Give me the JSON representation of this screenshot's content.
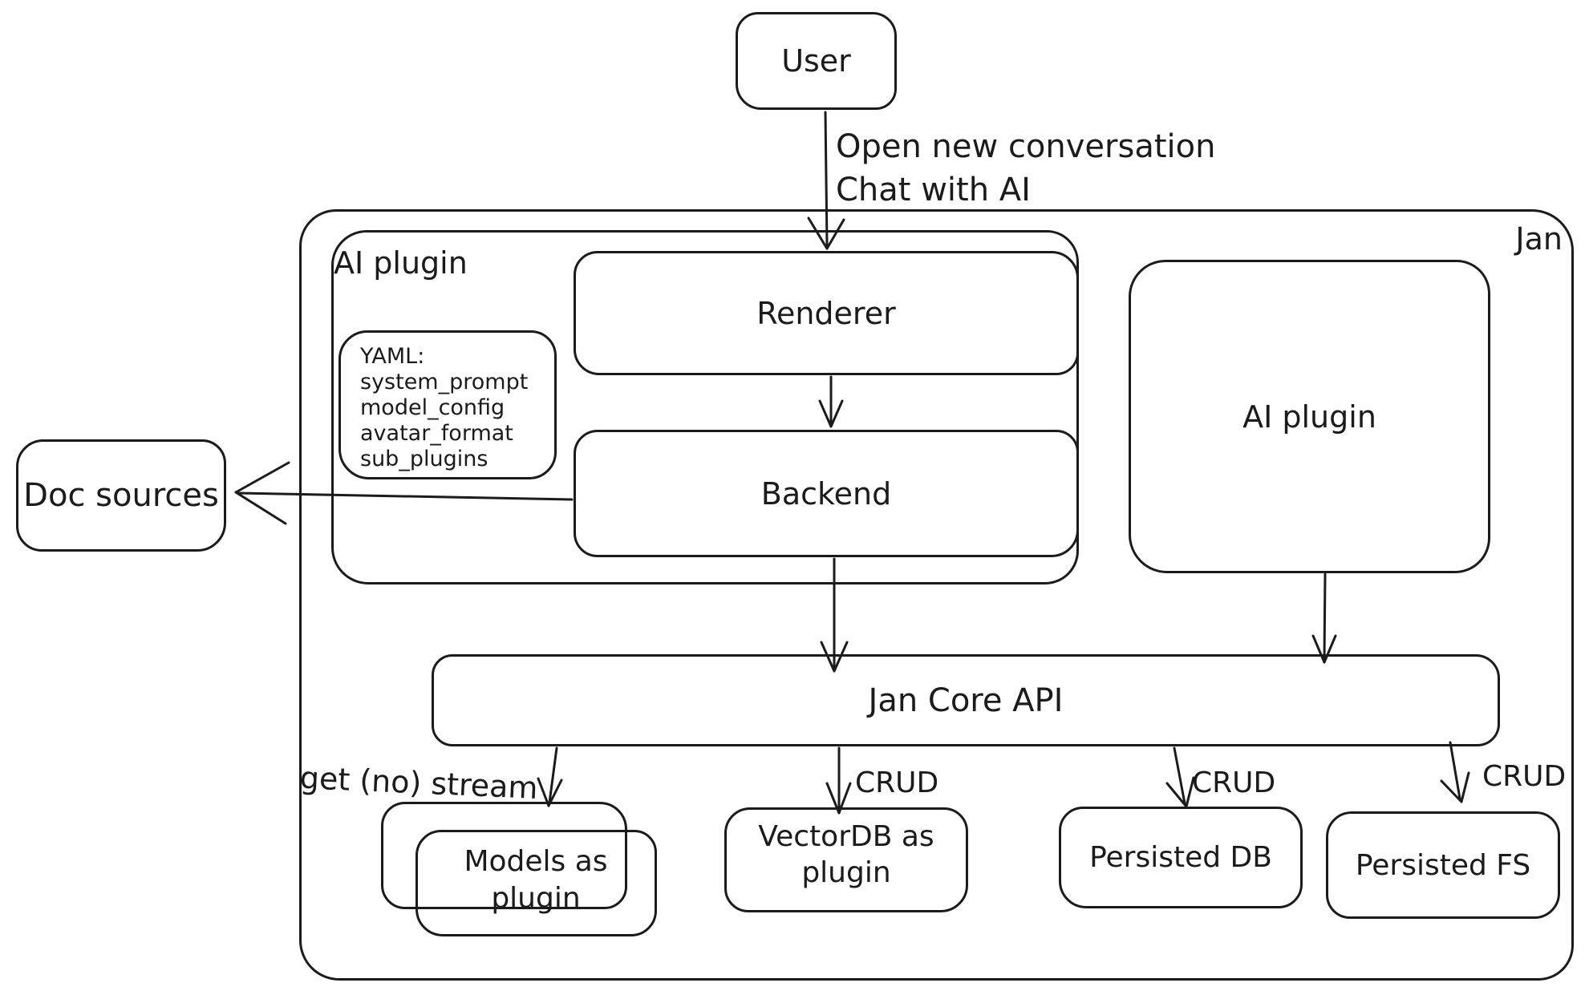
{
  "colors": {
    "stroke": "#1b1b1b",
    "background": "#ffffff"
  },
  "nodes": {
    "user": {
      "label": "User"
    },
    "jan_container": {
      "label": "Jan"
    },
    "ai_plugin_left": {
      "label": "AI plugin"
    },
    "renderer": {
      "label": "Renderer"
    },
    "backend": {
      "label": "Backend"
    },
    "yaml_note": {
      "title": "YAML:",
      "lines": [
        "system_prompt",
        "model_config",
        "avatar_format",
        "sub_plugins"
      ]
    },
    "ai_plugin_right": {
      "label": "AI plugin"
    },
    "doc_sources": {
      "label": "Doc sources"
    },
    "jan_core_api": {
      "label": "Jan Core API"
    },
    "models_plugin": {
      "label": "Models as plugin"
    },
    "vectordb_plugin": {
      "label": "VectorDB as plugin"
    },
    "persisted_db": {
      "label": "Persisted DB"
    },
    "persisted_fs": {
      "label": "Persisted FS"
    }
  },
  "edges": {
    "user_to_renderer": {
      "label_lines": [
        "Open new conversation",
        "Chat with AI"
      ]
    },
    "api_to_models": {
      "label": "get (no) stream"
    },
    "api_to_vectordb": {
      "label": "CRUD"
    },
    "api_to_persisted_db": {
      "label": "CRUD"
    },
    "api_to_persisted_fs": {
      "label": "CRUD"
    }
  }
}
